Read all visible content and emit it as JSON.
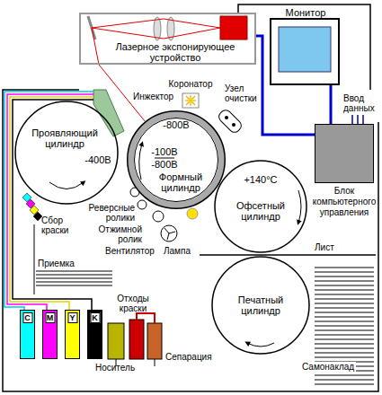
{
  "diagram": {
    "nodes": [
      {
        "text": [
          "Монитор"
        ]
      },
      {
        "text": [
          "Лазерное экспонирующее устройство"
        ]
      },
      {
        "text": [
          "Блок компьютерного управления"
        ]
      },
      {
        "text": [
          "Проявляющий цилиндр",
          "-400В"
        ]
      },
      {
        "text": [
          "-800В",
          "-100В",
          "-800В",
          "Формный цилиндр"
        ]
      },
      {
        "text": [
          "+140°C",
          "Офсетный цилиндр"
        ]
      },
      {
        "text": [
          "Печатный цилиндр"
        ]
      },
      {
        "text": [
          "C"
        ]
      },
      {
        "text": [
          "M"
        ]
      },
      {
        "text": [
          "Y"
        ]
      },
      {
        "text": [
          "K"
        ]
      }
    ],
    "edges": [
      {
        "from": 2,
        "to": 1,
        "arrow": "none"
      },
      {
        "from": 2,
        "to": 0,
        "arrow": "none"
      },
      {
        "from": 1,
        "to": 4,
        "arrow": "none"
      }
    ],
    "labels": [
      "Ввод данных",
      "Инжектор",
      "Коронатор",
      "Узел очистки",
      "Реверсные ролики",
      "Отжимной ролик",
      "Вентилятор",
      "Лампа",
      "Сбор краски",
      "Приемка",
      "Лист",
      "Отходы краски",
      "Носитель",
      "Сепарация",
      "Самонаклад"
    ]
  }
}
